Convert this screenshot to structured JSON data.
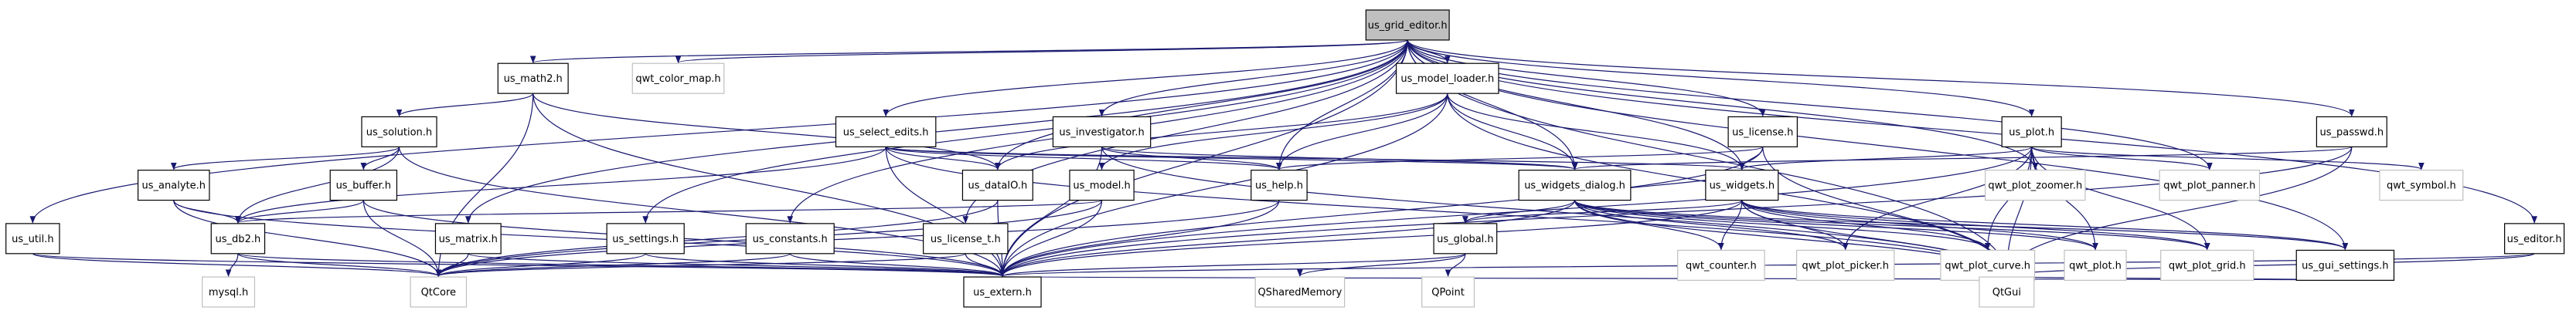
{
  "nodes": {
    "root": "us_grid_editor.h",
    "math2": "us_math2.h",
    "colormap": "qwt_color_map.h",
    "loader": "us_model_loader.h",
    "license": "us_license.h",
    "plot": "us_plot.h",
    "passwd": "us_passwd.h",
    "solution": "us_solution.h",
    "select": "us_select_edits.h",
    "investigator": "us_investigator.h",
    "analyte": "us_analyte.h",
    "buffer": "us_buffer.h",
    "dataio": "us_dataIO.h",
    "model": "us_model.h",
    "help": "us_help.h",
    "wdialog": "us_widgets_dialog.h",
    "widgets": "us_widgets.h",
    "zoomer": "qwt_plot_zoomer.h",
    "panner": "qwt_plot_panner.h",
    "symbol": "qwt_symbol.h",
    "util": "us_util.h",
    "db2": "us_db2.h",
    "matrix": "us_matrix.h",
    "settings": "us_settings.h",
    "constants": "us_constants.h",
    "licenset": "us_license_t.h",
    "global": "us_global.h",
    "counter": "qwt_counter.h",
    "picker": "qwt_plot_picker.h",
    "curve": "qwt_plot_curve.h",
    "qwtplot": "qwt_plot.h",
    "grid": "qwt_plot_grid.h",
    "guiset": "us_gui_settings.h",
    "editor": "us_editor.h",
    "mysql": "mysql.h",
    "qtcore": "QtCore",
    "extern": "us_extern.h",
    "sharedmem": "QSharedMemory",
    "qpoint": "QPoint",
    "qtgui": "QtGui"
  },
  "external_headers": [
    "colormap",
    "zoomer",
    "panner",
    "symbol",
    "counter",
    "picker",
    "curve",
    "qwtplot",
    "grid",
    "mysql",
    "qtcore",
    "sharedmem",
    "qpoint",
    "qtgui"
  ],
  "root_id": "root",
  "colors": {
    "root_fill": "#bfbfbf",
    "node_border": "#000000",
    "external_border": "#bfbfbf",
    "edge": "#191970",
    "text": "#000000"
  },
  "edges": [
    [
      "root",
      "util"
    ],
    [
      "root",
      "math2"
    ],
    [
      "root",
      "colormap"
    ],
    [
      "root",
      "loader"
    ],
    [
      "root",
      "license"
    ],
    [
      "root",
      "plot"
    ],
    [
      "root",
      "passwd"
    ],
    [
      "root",
      "select"
    ],
    [
      "root",
      "investigator"
    ],
    [
      "root",
      "help"
    ],
    [
      "root",
      "widgets"
    ],
    [
      "root",
      "wdialog"
    ],
    [
      "root",
      "matrix"
    ],
    [
      "root",
      "settings"
    ],
    [
      "root",
      "constants"
    ],
    [
      "root",
      "licenset"
    ],
    [
      "root",
      "extern"
    ],
    [
      "root",
      "editor"
    ],
    [
      "root",
      "guiset"
    ],
    [
      "root",
      "dataio"
    ],
    [
      "root",
      "zoomer"
    ],
    [
      "root",
      "panner"
    ],
    [
      "root",
      "qtgui"
    ],
    [
      "math2",
      "solution"
    ],
    [
      "math2",
      "dataio"
    ],
    [
      "math2",
      "qtcore"
    ],
    [
      "math2",
      "extern"
    ],
    [
      "solution",
      "analyte"
    ],
    [
      "solution",
      "buffer"
    ],
    [
      "solution",
      "db2"
    ],
    [
      "solution",
      "extern"
    ],
    [
      "analyte",
      "db2"
    ],
    [
      "analyte",
      "qtcore"
    ],
    [
      "analyte",
      "extern"
    ],
    [
      "buffer",
      "db2"
    ],
    [
      "buffer",
      "qtcore"
    ],
    [
      "buffer",
      "extern"
    ],
    [
      "loader",
      "dataio"
    ],
    [
      "loader",
      "model"
    ],
    [
      "loader",
      "help"
    ],
    [
      "loader",
      "wdialog"
    ],
    [
      "loader",
      "widgets"
    ],
    [
      "loader",
      "extern"
    ],
    [
      "loader",
      "qtgui"
    ],
    [
      "license",
      "help"
    ],
    [
      "license",
      "widgets"
    ],
    [
      "license",
      "extern"
    ],
    [
      "license",
      "qtgui"
    ],
    [
      "select",
      "db2"
    ],
    [
      "select",
      "dataio"
    ],
    [
      "select",
      "help"
    ],
    [
      "select",
      "wdialog"
    ],
    [
      "select",
      "widgets"
    ],
    [
      "select",
      "extern"
    ],
    [
      "select",
      "qtgui"
    ],
    [
      "investigator",
      "help"
    ],
    [
      "investigator",
      "wdialog"
    ],
    [
      "investigator",
      "extern"
    ],
    [
      "investigator",
      "qtgui"
    ],
    [
      "plot",
      "zoomer"
    ],
    [
      "plot",
      "panner"
    ],
    [
      "plot",
      "symbol"
    ],
    [
      "plot",
      "picker"
    ],
    [
      "plot",
      "curve"
    ],
    [
      "plot",
      "qwtplot"
    ],
    [
      "plot",
      "grid"
    ],
    [
      "plot",
      "widgets"
    ],
    [
      "plot",
      "extern"
    ],
    [
      "plot",
      "qtgui"
    ],
    [
      "passwd",
      "wdialog"
    ],
    [
      "passwd",
      "extern"
    ],
    [
      "passwd",
      "qtgui"
    ],
    [
      "dataio",
      "qtcore"
    ],
    [
      "dataio",
      "extern"
    ],
    [
      "model",
      "db2"
    ],
    [
      "model",
      "qtcore"
    ],
    [
      "model",
      "extern"
    ],
    [
      "help",
      "qtcore"
    ],
    [
      "help",
      "extern"
    ],
    [
      "wdialog",
      "widgets"
    ],
    [
      "wdialog",
      "global"
    ],
    [
      "wdialog",
      "extern"
    ],
    [
      "wdialog",
      "qtgui"
    ],
    [
      "wdialog",
      "counter"
    ],
    [
      "wdialog",
      "picker"
    ],
    [
      "wdialog",
      "curve"
    ],
    [
      "wdialog",
      "qwtplot"
    ],
    [
      "wdialog",
      "grid"
    ],
    [
      "wdialog",
      "guiset"
    ],
    [
      "widgets",
      "global"
    ],
    [
      "widgets",
      "counter"
    ],
    [
      "widgets",
      "picker"
    ],
    [
      "widgets",
      "curve"
    ],
    [
      "widgets",
      "qwtplot"
    ],
    [
      "widgets",
      "grid"
    ],
    [
      "widgets",
      "guiset"
    ],
    [
      "widgets",
      "extern"
    ],
    [
      "widgets",
      "qtgui"
    ],
    [
      "util",
      "qtcore"
    ],
    [
      "util",
      "extern"
    ],
    [
      "db2",
      "mysql"
    ],
    [
      "db2",
      "qtcore"
    ],
    [
      "db2",
      "extern"
    ],
    [
      "matrix",
      "qtcore"
    ],
    [
      "matrix",
      "extern"
    ],
    [
      "settings",
      "qtcore"
    ],
    [
      "settings",
      "extern"
    ],
    [
      "constants",
      "qtcore"
    ],
    [
      "constants",
      "extern"
    ],
    [
      "licenset",
      "qtcore"
    ],
    [
      "licenset",
      "extern"
    ],
    [
      "global",
      "sharedmem"
    ],
    [
      "global",
      "qpoint"
    ],
    [
      "global",
      "extern"
    ],
    [
      "guiset",
      "qtgui"
    ],
    [
      "guiset",
      "extern"
    ],
    [
      "editor",
      "qtgui"
    ],
    [
      "editor",
      "extern"
    ]
  ]
}
